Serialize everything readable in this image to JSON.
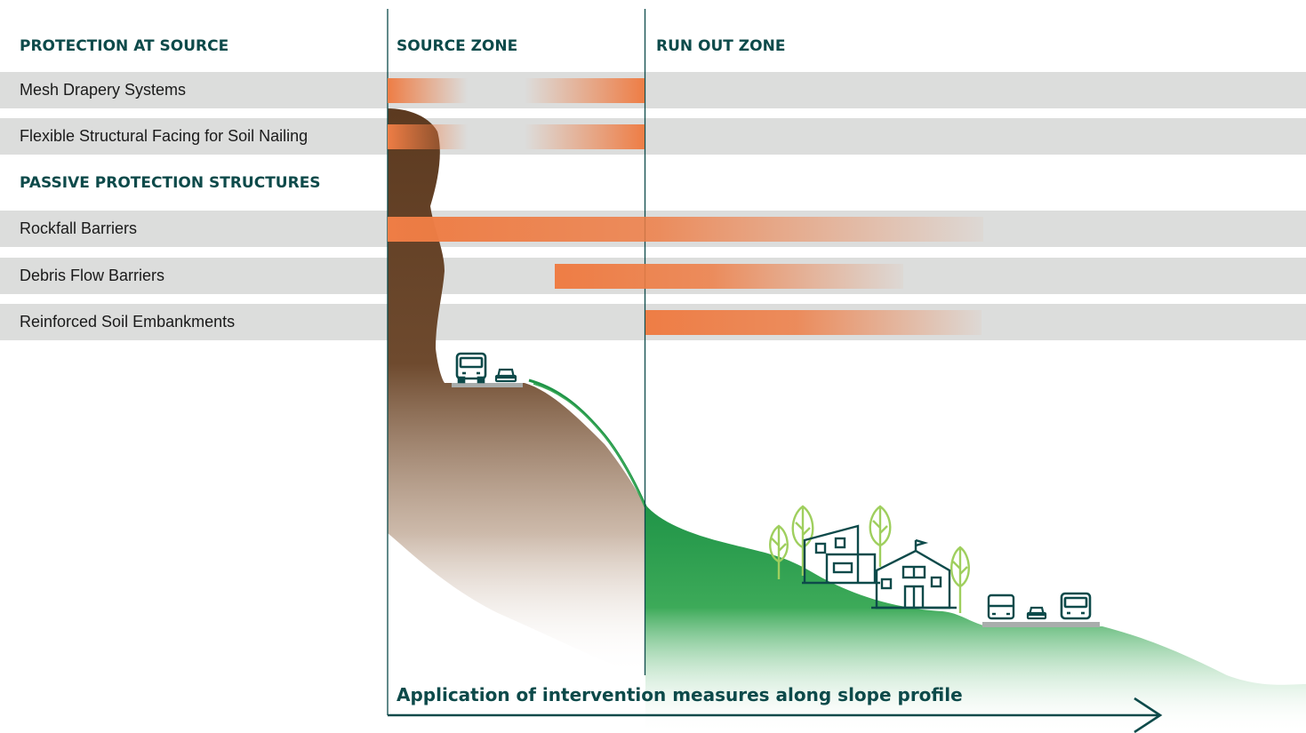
{
  "headers": {
    "protection_at_source": "PROTECTION AT SOURCE",
    "source_zone": "SOURCE ZONE",
    "run_out_zone": "RUN OUT ZONE",
    "passive_protection": "PASSIVE PROTECTION STRUCTURES"
  },
  "rows": [
    {
      "label": "Mesh Drapery Systems"
    },
    {
      "label": "Flexible Structural Facing for Soil Nailing"
    },
    {
      "label": "Rockfall Barriers"
    },
    {
      "label": "Debris Flow Barriers"
    },
    {
      "label": "Reinforced Soil Embankments"
    }
  ],
  "axis_label": "Application of intervention measures along slope profile",
  "colors": {
    "accent": "#ee7d45",
    "row_bg": "#dcdddc",
    "heading": "#0d4a4a",
    "cliff": "#5c3a20",
    "grass": "#2f9e4b",
    "tree": "#9fcf5e",
    "road": "#a9adac"
  }
}
